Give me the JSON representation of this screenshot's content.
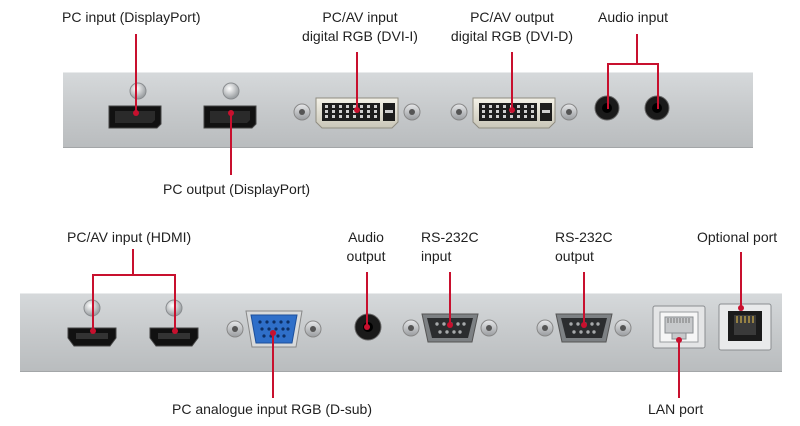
{
  "labels": {
    "pc_input_dp": "PC input (DisplayPort)",
    "pcav_input_dvi_1": "PC/AV input",
    "pcav_input_dvi_2": "digital RGB (DVI-I)",
    "pcav_output_dvi_1": "PC/AV output",
    "pcav_output_dvi_2": "digital RGB (DVI-D)",
    "audio_input": "Audio input",
    "pc_output_dp": "PC output (DisplayPort)",
    "pcav_input_hdmi": "PC/AV input (HDMI)",
    "audio_output_1": "Audio",
    "audio_output_2": "output",
    "rs232c_input_1": "RS-232C",
    "rs232c_input_2": "input",
    "rs232c_output_1": "RS-232C",
    "rs232c_output_2": "output",
    "optional_port": "Optional port",
    "pc_analogue_dsub": "PC analogue input RGB (D-sub)",
    "lan_port": "LAN port"
  },
  "colors": {
    "leader_line": "#c8102e",
    "panel": "#c5c8ca",
    "vga_connector": "#2f6fc9"
  }
}
